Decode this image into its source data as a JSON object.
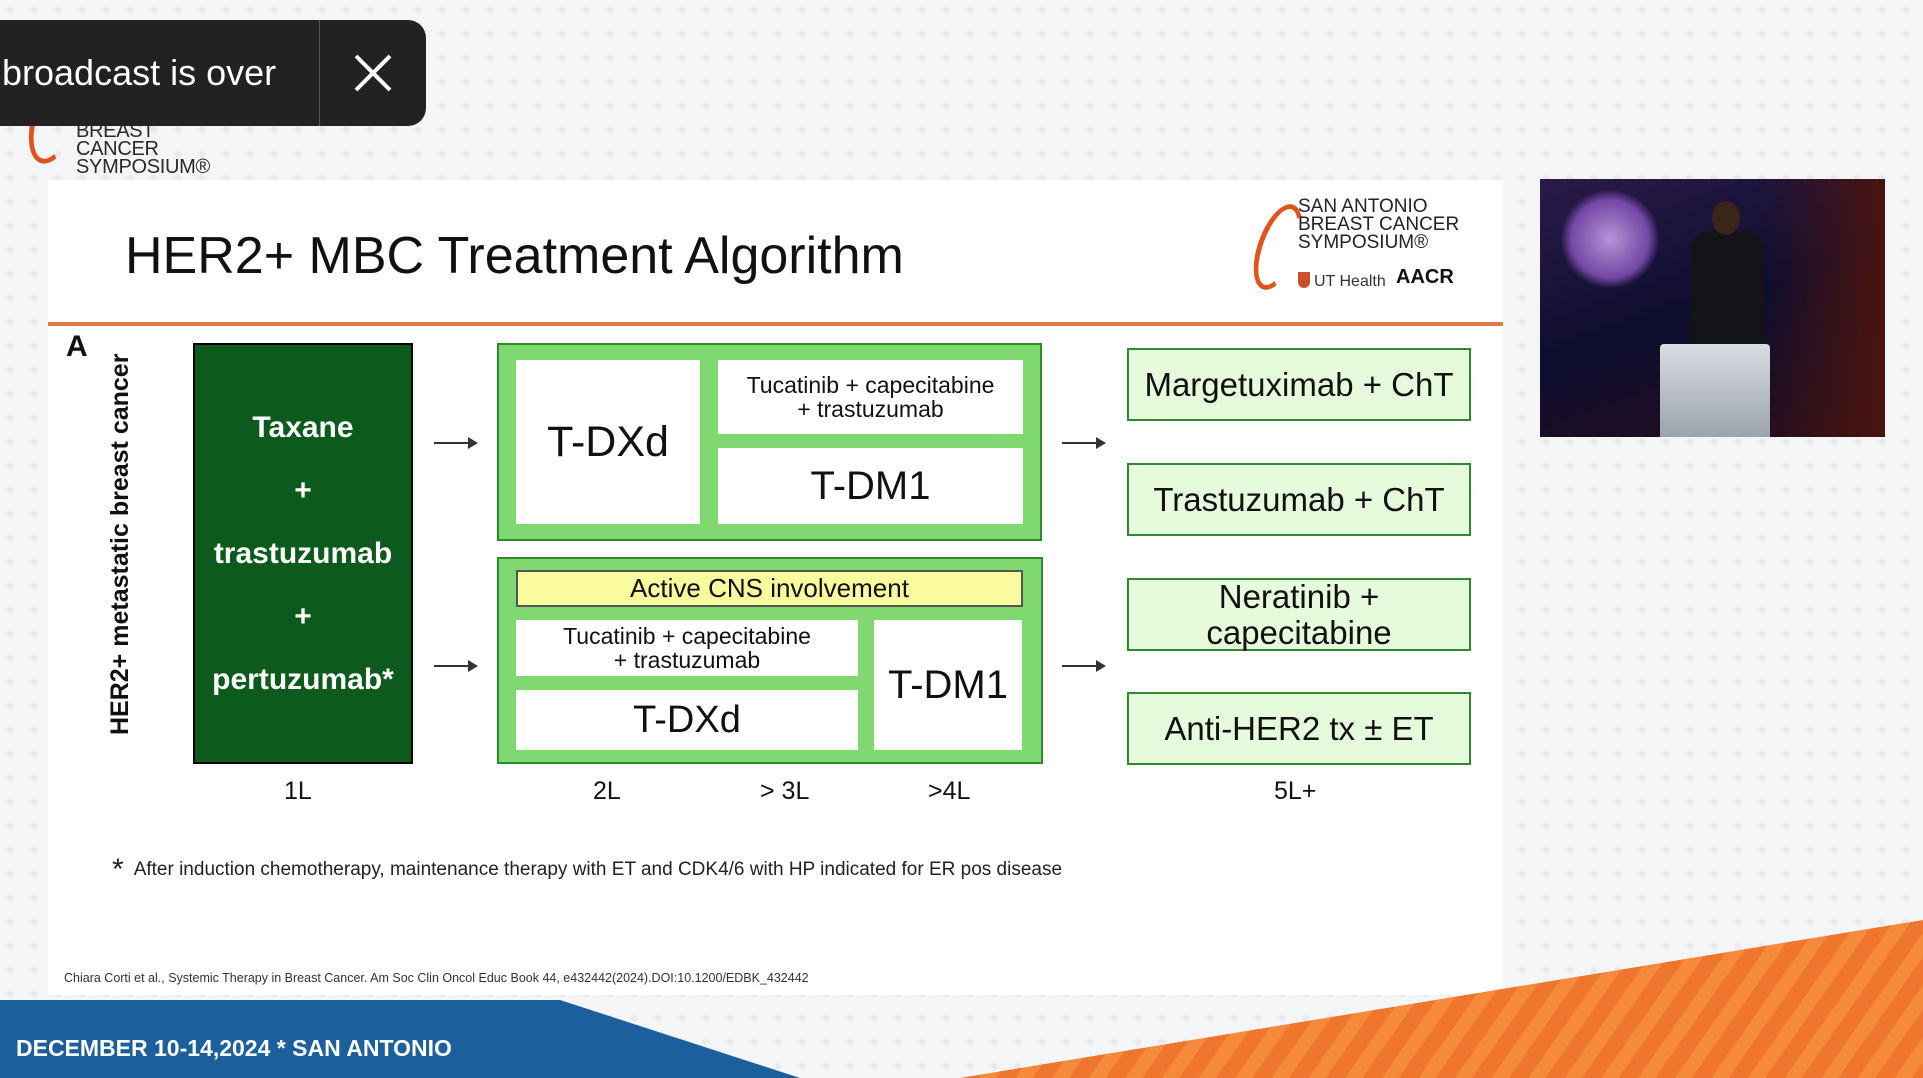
{
  "notice": {
    "message": "broadcast is over",
    "close_label": "close"
  },
  "stage_logo": {
    "text": "San Antonio\nBreast Cancer\nSymposium®"
  },
  "slide": {
    "title": "HER2+ MBC Treatment Algorithm",
    "logo": {
      "name": "San Antonio\nBreast Cancer\nSymposium®",
      "ut": "UT Health",
      "aacr": "AACR"
    },
    "panel_label": "A",
    "y_axis_label": "HER2+ metastatic breast cancer",
    "first_line": [
      "Taxane",
      "+",
      "trastuzumab",
      "+",
      "pertuzumab*"
    ],
    "upper_group": {
      "left": "T-DXd",
      "top_right": "Tucatinib + capecitabine\n+ trastuzumab",
      "bottom_right": "T-DM1"
    },
    "lower_group": {
      "header": "Active CNS involvement",
      "top_left": "Tucatinib + capecitabine\n+ trastuzumab",
      "bottom_left": "T-DXd",
      "right": "T-DM1"
    },
    "later_options": [
      "Margetuximab + ChT",
      "Trastuzumab + ChT",
      "Neratinib +\ncapecitabine",
      "Anti-HER2 tx ± ET"
    ],
    "line_labels": [
      "1L",
      "2L",
      "> 3L",
      ">4L",
      "5L+"
    ],
    "footnote_marker": "*",
    "footnote": "After induction chemotherapy, maintenance therapy with ET and CDK4/6 with HP indicated for ER pos disease",
    "citation": "Chiara Corti et al., Systemic Therapy in Breast Cancer. Am Soc Clin Oncol Educ Book 44, e432442(2024).DOI:10.1200/EDBK_432442"
  },
  "banner": {
    "text": "DECEMBER 10-14,2024 * SAN ANTONIO"
  },
  "colors": {
    "dark_green": "#0c5b1d",
    "green": "#7fd870",
    "light_green": "#e6fbdc",
    "yellow": "#fafa9e",
    "orange_rule": "#e07a44",
    "banner_blue": "#1b5f9d",
    "banner_orange": "#f0752e"
  }
}
